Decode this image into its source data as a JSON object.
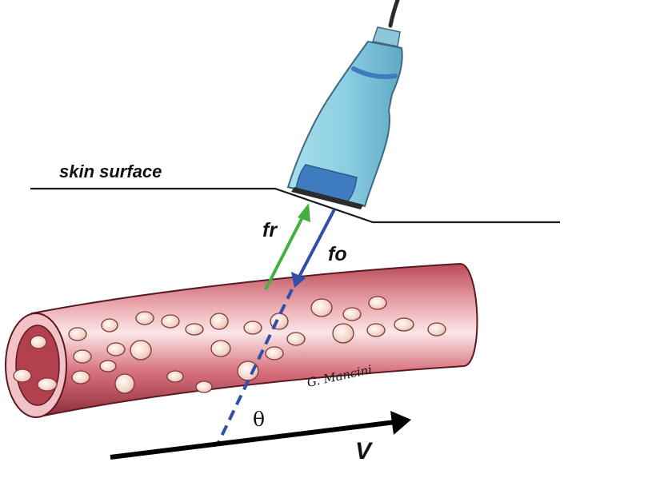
{
  "diagram": {
    "skin_label": "skin surface",
    "received_label": "fr",
    "transmitted_label": "fo",
    "angle_label": "θ",
    "velocity_label": "V",
    "signature": "G. Mancini"
  },
  "colors": {
    "received_arrow": "#44b044",
    "transmitted_arrow": "#2f4fa8",
    "vessel": "#c05360",
    "probe": "#8fcfe0",
    "probe_face": "#3f7bbf"
  }
}
